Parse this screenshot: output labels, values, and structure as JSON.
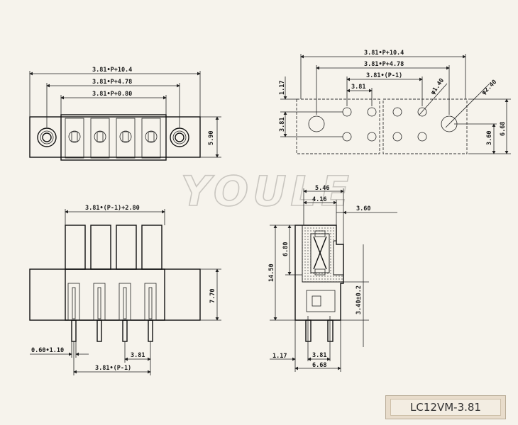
{
  "watermark": "YOULE",
  "model": "LC12VM-3.81",
  "top_view": {
    "dim_overall": "3.81•P+10.4",
    "dim_mid": "3.81•P+4.78",
    "dim_inner": "3.81•P+0.80",
    "dim_height": "5.90"
  },
  "pcb_layout": {
    "dim_overall": "3.81•P+10.4",
    "dim_mid": "3.81•P+4.78",
    "dim_pitch_total": "3.81•(P-1)",
    "dim_pitch": "3.81",
    "dim_offset": "1.17",
    "dim_row": "3.81",
    "dim_hole_small": "φ1.40",
    "dim_hole_large": "φ2.40",
    "dim_3_60": "3.60",
    "dim_6_68": "6.68"
  },
  "front_view": {
    "dim_top": "3.81•(P-1)+2.80",
    "dim_height": "7.70",
    "dim_pin": "0.60•1.10",
    "dim_pitch": "3.81",
    "dim_bottom": "3.81•(P-1)"
  },
  "side_view": {
    "dim_5_46": "5.46",
    "dim_4_16": "4.16",
    "dim_3_60": "3.60",
    "dim_6_80": "6.80",
    "dim_14_50": "14.50",
    "dim_3_40": "3.40±0.2",
    "dim_1_17": "1.17",
    "dim_3_81": "3.81",
    "dim_6_68": "6.68"
  }
}
